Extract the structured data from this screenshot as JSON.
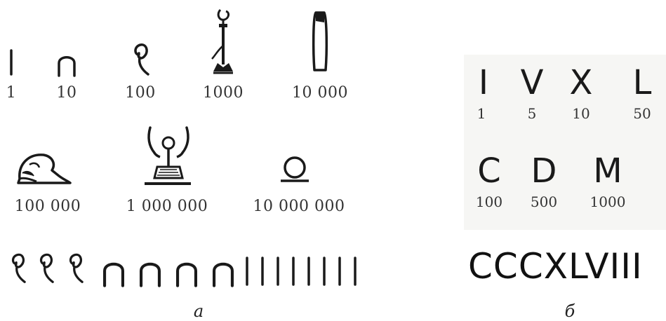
{
  "egyptian": {
    "row1": [
      {
        "icon": "stroke-glyph-icon",
        "value": "1"
      },
      {
        "icon": "heel-bone-glyph-icon",
        "value": "10"
      },
      {
        "icon": "coil-rope-glyph-icon",
        "value": "100"
      },
      {
        "icon": "lotus-glyph-icon",
        "value": "1000"
      },
      {
        "icon": "finger-glyph-icon",
        "value": "10 000"
      }
    ],
    "row2": [
      {
        "icon": "tadpole-glyph-icon",
        "value": "100 000"
      },
      {
        "icon": "heh-god-glyph-icon",
        "value": "1 000 000"
      },
      {
        "icon": "sun-ring-glyph-icon",
        "value": "10 000 000"
      }
    ],
    "example_glyphs": [
      "coil-rope",
      "coil-rope",
      "coil-rope",
      "heel-bone",
      "heel-bone",
      "heel-bone",
      "heel-bone",
      "stroke",
      "stroke",
      "stroke",
      "stroke",
      "stroke",
      "stroke",
      "stroke",
      "stroke"
    ],
    "caption": "а"
  },
  "roman": {
    "row1": [
      {
        "symbol": "I",
        "value": "1"
      },
      {
        "symbol": "V",
        "value": "5"
      },
      {
        "symbol": "X",
        "value": "10"
      },
      {
        "symbol": "L",
        "value": "50"
      }
    ],
    "row2": [
      {
        "symbol": "C",
        "value": "100"
      },
      {
        "symbol": "D",
        "value": "500"
      },
      {
        "symbol": "M",
        "value": "1000"
      }
    ],
    "example": "CCCXLVIII",
    "caption": "б"
  }
}
